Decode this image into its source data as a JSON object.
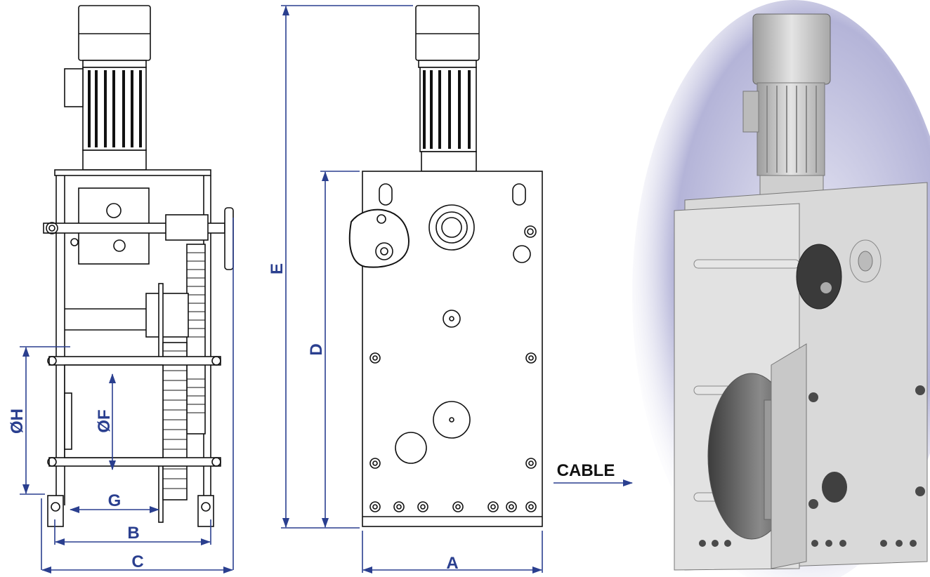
{
  "colors": {
    "dimension": "#2a3f8f",
    "line": "#111111",
    "render_metal": "#cfcfcf",
    "render_shadow": "#5a5a6e",
    "glow": "#7a7ab8"
  },
  "dimensions": {
    "A": "A",
    "B": "B",
    "C": "C",
    "D": "D",
    "E": "E",
    "F": "ØF",
    "G": "G",
    "H": "ØH"
  },
  "callout": {
    "cable": "CABLE"
  },
  "views": {
    "side": "side-view",
    "front": "front-view",
    "render": "3d-render"
  }
}
